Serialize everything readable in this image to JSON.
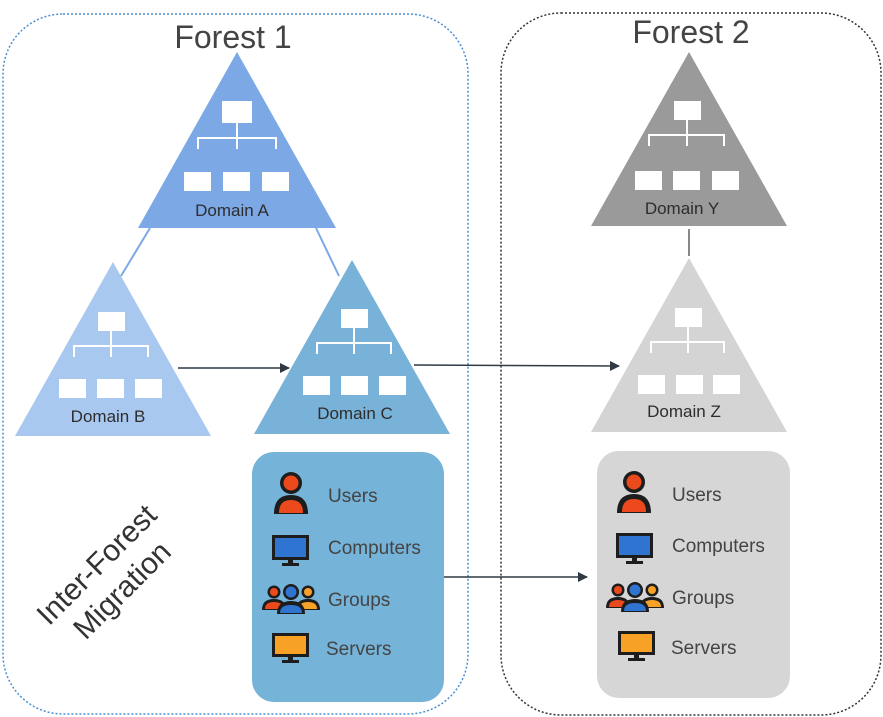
{
  "forests": [
    {
      "id": "forest1",
      "title": "Forest 1"
    },
    {
      "id": "forest2",
      "title": "Forest 2"
    }
  ],
  "domains": {
    "a": "Domain A",
    "b": "Domain B",
    "c": "Domain C",
    "y": "Domain Y",
    "z": "Domain Z"
  },
  "source_objects": [
    {
      "label": "Users",
      "icon": "user-icon"
    },
    {
      "label": "Computers",
      "icon": "computer-icon"
    },
    {
      "label": "Groups",
      "icon": "group-icon"
    },
    {
      "label": "Servers",
      "icon": "server-icon"
    }
  ],
  "target_objects": [
    {
      "label": "Users",
      "icon": "user-icon"
    },
    {
      "label": "Computers",
      "icon": "computer-icon"
    },
    {
      "label": "Groups",
      "icon": "group-icon"
    },
    {
      "label": "Servers",
      "icon": "server-icon"
    }
  ],
  "migration_label": [
    "Inter-Forest",
    "Migration"
  ],
  "colors": {
    "forest1_border": "#4a8fd6",
    "forest2_border": "#333333",
    "domain_a": "#7ca8e6",
    "domain_b": "#a9c8f0",
    "domain_c": "#79b2d8",
    "domain_y": "#9a9a9a",
    "domain_z": "#d4d4d4",
    "source_panel": "#76b3d8",
    "target_panel": "#d6d6d6",
    "arrow": "#2f3a44",
    "user_icon": "#ec4a1c",
    "computer_icon": "#2f74d0",
    "server_icon": "#f7a127"
  }
}
